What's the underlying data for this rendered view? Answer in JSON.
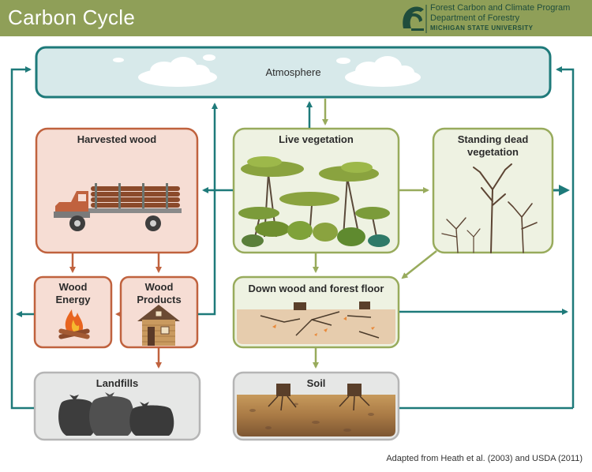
{
  "header": {
    "title": "Carbon Cycle",
    "org_line1": "Forest Carbon and Climate Program",
    "org_line2": "Department of Forestry",
    "org_line3": "MICHIGAN STATE UNIVERSITY"
  },
  "nodes": {
    "atmosphere": "Atmosphere",
    "harvested_wood": "Harvested wood",
    "live_vegetation": "Live vegetation",
    "standing_dead": "Standing dead vegetation",
    "wood_energy": "Wood Energy",
    "wood_products": "Wood Products",
    "down_wood": "Down wood and forest floor",
    "landfills": "Landfills",
    "soil": "Soil"
  },
  "footnote": "Adapted from Heath et al. (2003) and USDA (2011)",
  "colors": {
    "header": "#8f9f58",
    "teal": "#1e7a7a",
    "rust": "#c0623e",
    "olive": "#98ab5c",
    "gray_border": "#b5b5b5"
  }
}
